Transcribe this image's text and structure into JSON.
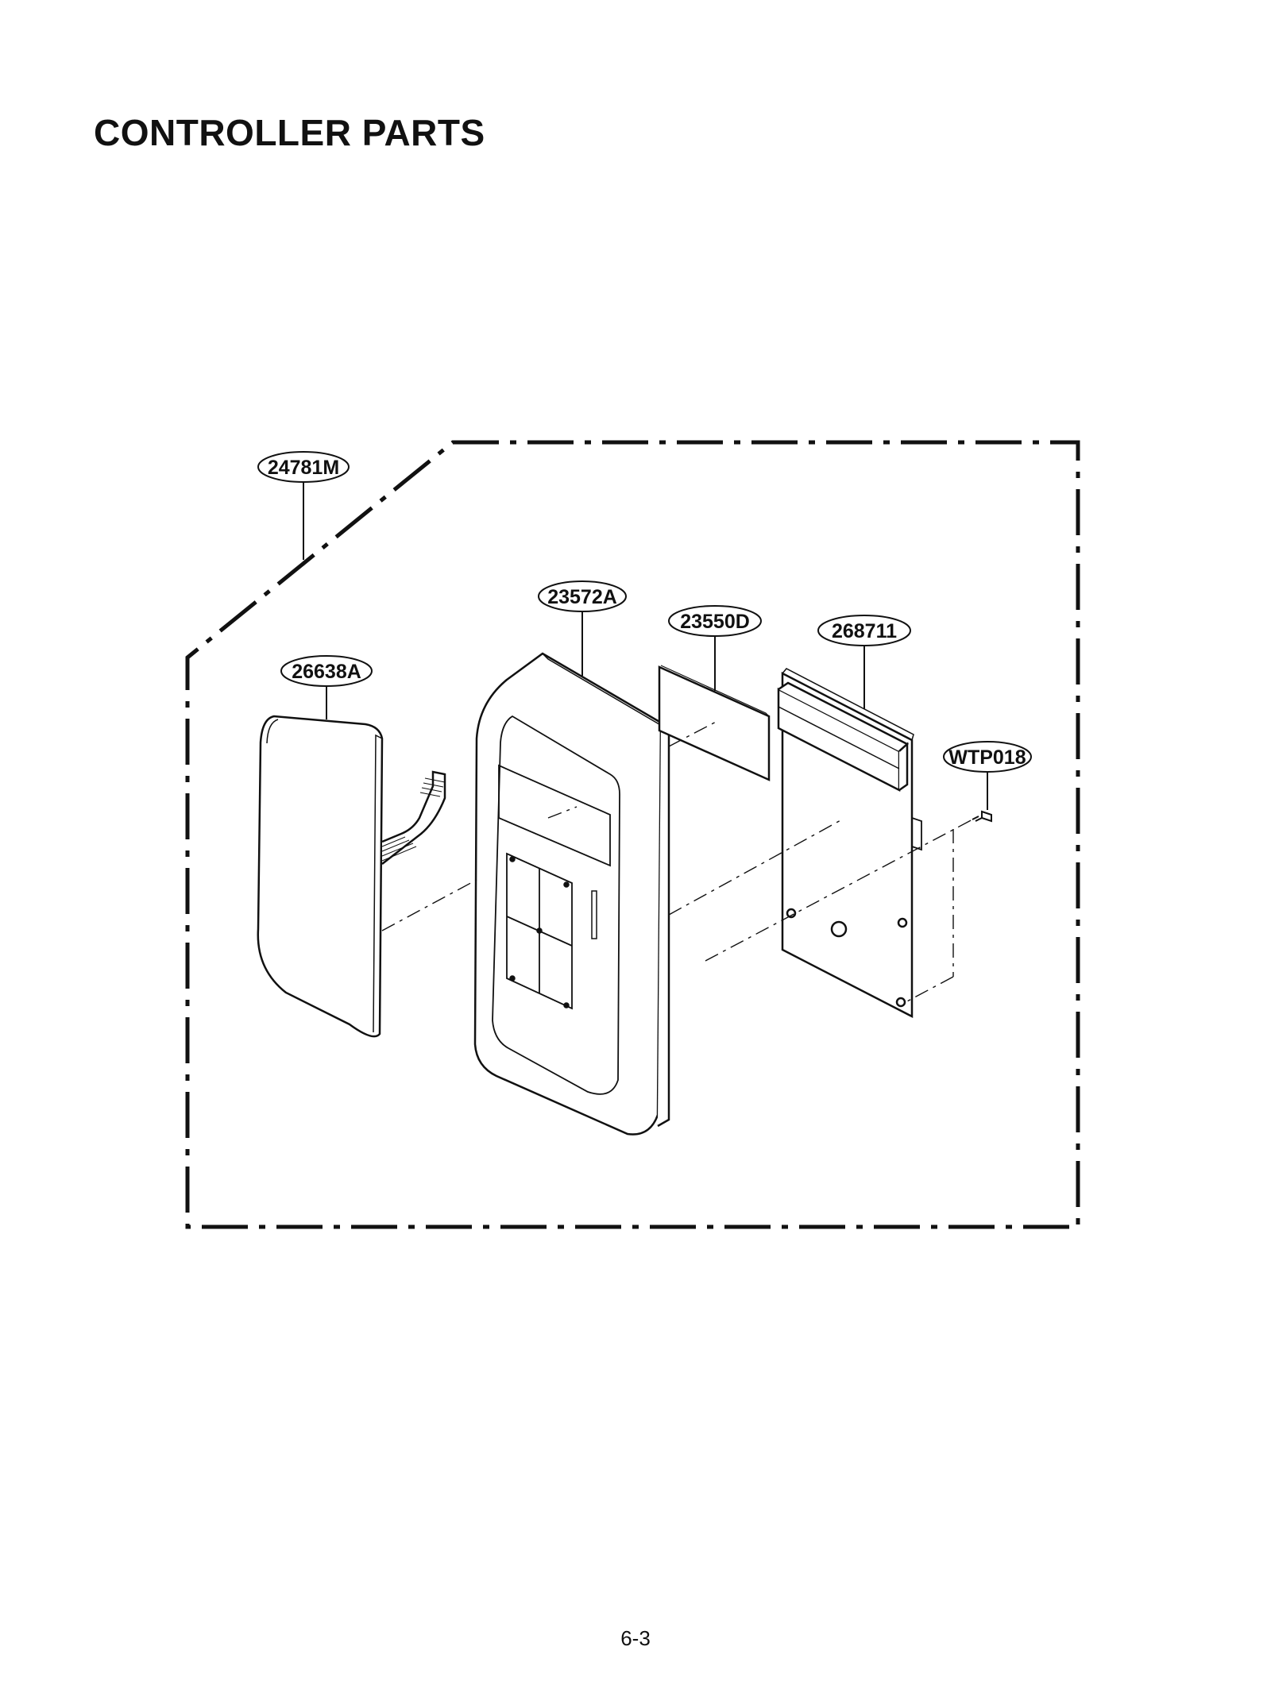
{
  "page": {
    "title": "CONTROLLER PARTS",
    "page_number": "6-3"
  },
  "parts": {
    "control_assembly": "24781M",
    "control_panel": "23572A",
    "display_film": "23550D",
    "pcb_assembly": "268711",
    "membrane_switch": "26638A",
    "screw": "WTP018"
  }
}
